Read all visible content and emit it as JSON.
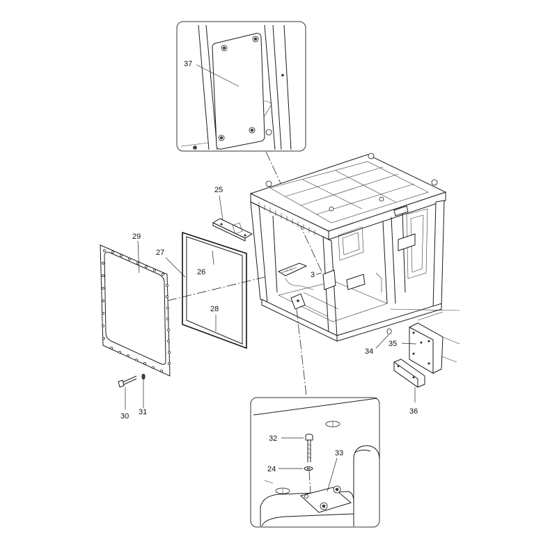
{
  "callouts": {
    "c24": "24",
    "c25": "25",
    "c26": "26",
    "c27": "27",
    "c28": "28",
    "c29": "29",
    "c3": "3",
    "c30": "30",
    "c31": "31",
    "c32": "32",
    "c33": "33",
    "c34": "34",
    "c35": "35",
    "c36": "36",
    "c37": "37"
  },
  "colors": {
    "line": "#1a1a1a",
    "background": "#ffffff"
  }
}
